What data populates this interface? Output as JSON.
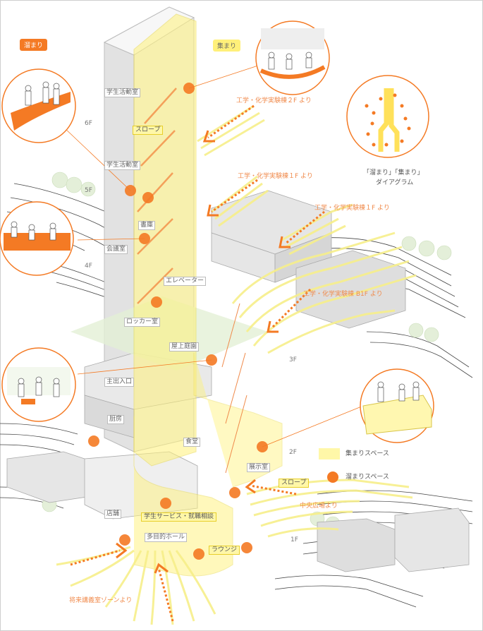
{
  "colors": {
    "orange": "#f47a24",
    "yellow": "#fff07a",
    "yellow_flow": "#f7f09a",
    "gray_building": "#dcdcdc",
    "green_tree": "#e4efd9"
  },
  "tags": {
    "tamari": "溜まり",
    "atsumari": "集まり"
  },
  "floors": {
    "f6": "6F",
    "f5": "5F",
    "f4": "4F",
    "f3": "3F",
    "f2": "2F",
    "f1": "1F"
  },
  "rooms": {
    "student_activity_1": "学生活動室",
    "slope_upper": "スロープ",
    "student_activity_2": "学生活動室",
    "study": "書庫",
    "classroom": "会議室",
    "elevator": "エレベーター",
    "locker": "ロッカー室",
    "roof_garden": "屋上庭園",
    "entrance": "主出入口",
    "kitchen": "厨房",
    "dining": "食堂",
    "exhibition": "展示室",
    "slope_lower": "スロープ",
    "shop": "店舗",
    "student_service": "学生サービス・就職相談",
    "multipurpose_hall": "多目的ホール",
    "lounge": "ラウンジ"
  },
  "flow_labels": {
    "chem_2f": "工学・化学実験棟２F より",
    "chem_1f_a": "工学・化学実験棟１F より",
    "chem_1f_b": "工学・化学実験棟１F より",
    "chem_b1f": "工学・化学実験棟 B1F より",
    "central_plaza": "中央広場より",
    "lecture_zone": "将来講義室ゾーンより"
  },
  "diagram_caption": {
    "line1": "「溜まり」「集まり」",
    "line2": "ダイアグラム"
  },
  "legend": {
    "atsumari_space": "集まりスペース",
    "tamari_space": "溜まりスペース"
  }
}
